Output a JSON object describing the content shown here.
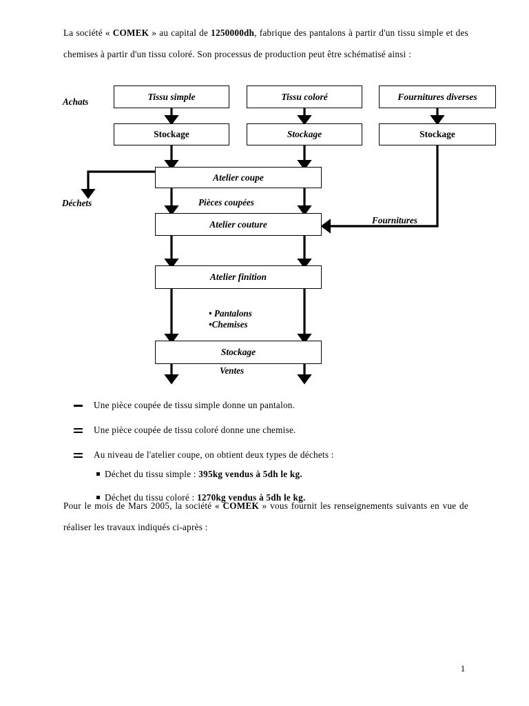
{
  "document": {
    "page_number": "1",
    "intro": {
      "part1": "La société « ",
      "company": "COMEK",
      "part2": " » au capital de ",
      "capital": "1250000dh",
      "part3": ", fabrique des pantalons à partir d'un tissu simple et des chemises à partir d'un tissu coloré. Son processus de production peut être schématisé ainsi :"
    },
    "closing": {
      "part1": "Pour le mois de Mars 2005, la société « ",
      "company": "COMEK",
      "part2": " » vous fournit les renseignements suivants en vue de réaliser les travaux indiqués ci-après :"
    }
  },
  "diagram": {
    "side_label": "Achats",
    "boxes": [
      {
        "id": "tissu-simple",
        "label": "Tissu simple"
      },
      {
        "id": "tissu-colore",
        "label": "Tissu coloré"
      },
      {
        "id": "fournitures-diverses",
        "label": "Fournitures diverses"
      },
      {
        "id": "stockage-1",
        "label": "Stockage"
      },
      {
        "id": "stockage-2",
        "label": "Stockage"
      },
      {
        "id": "stockage-3",
        "label": "Stockage"
      },
      {
        "id": "atelier-coupe",
        "label": "Atelier coupe"
      },
      {
        "id": "atelier-couture",
        "label": "Atelier couture"
      },
      {
        "id": "atelier-finition",
        "label": "Atelier finition"
      },
      {
        "id": "stockage-final",
        "label": "Stockage"
      }
    ],
    "flow_labels": {
      "dechets": "Déchets",
      "pieces_coupees": "Pièces coupées",
      "fournitures": "Fournitures",
      "produit_1": "• Pantalons",
      "produit_2": "•Chemises",
      "ventes": "Ventes"
    }
  },
  "notes": [
    {
      "marker": "dash-single",
      "text": "Une pièce coupée de tissu simple donne un pantalon."
    },
    {
      "marker": "dash-double",
      "text": "Une pièce coupée de tissu coloré donne une chemise."
    },
    {
      "marker": "dash-double",
      "text": "Au niveau de l'atelier coupe, on obtient deux types de déchets :"
    }
  ],
  "sub_notes": [
    {
      "prefix": "Déchet du tissu simple : ",
      "bold": "395kg vendus à 5dh le kg."
    },
    {
      "prefix": "Déchet du tissu coloré : ",
      "bold": "1270kg vendus à 5dh le kg."
    }
  ],
  "colors": {
    "ink": "#000000",
    "paper": "#ffffff"
  }
}
